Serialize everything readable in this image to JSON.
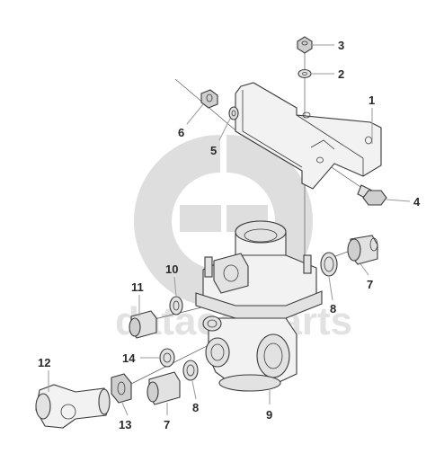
{
  "watermark": {
    "text": "datacarparts",
    "color": "#cfcfcf"
  },
  "callouts": [
    {
      "id": "1",
      "label": "1"
    },
    {
      "id": "2",
      "label": "2"
    },
    {
      "id": "3",
      "label": "3"
    },
    {
      "id": "4",
      "label": "4"
    },
    {
      "id": "5",
      "label": "5"
    },
    {
      "id": "6",
      "label": "6"
    },
    {
      "id": "7a",
      "label": "7"
    },
    {
      "id": "7b",
      "label": "7"
    },
    {
      "id": "8a",
      "label": "8"
    },
    {
      "id": "8b",
      "label": "8"
    },
    {
      "id": "9",
      "label": "9"
    },
    {
      "id": "10",
      "label": "10"
    },
    {
      "id": "11",
      "label": "11"
    },
    {
      "id": "12",
      "label": "12"
    },
    {
      "id": "13",
      "label": "13"
    },
    {
      "id": "14",
      "label": "14"
    }
  ],
  "colors": {
    "line": "#3a3a3a",
    "label": "#2a2a2a",
    "leader": "#9a9a9a"
  }
}
